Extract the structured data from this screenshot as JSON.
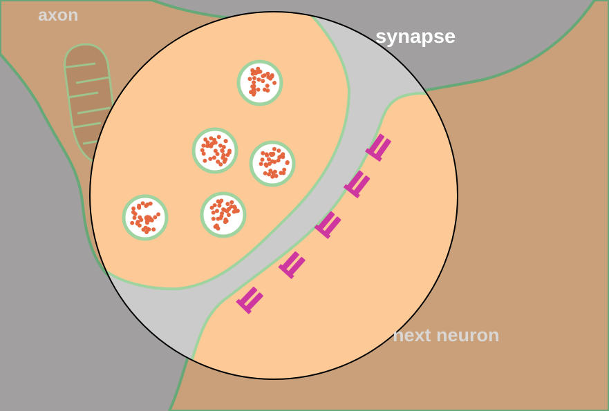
{
  "labels": {
    "axon": "axon",
    "synapse": "synapse",
    "next_neuron": "next neuron"
  },
  "colors": {
    "background": "#a19fa0",
    "neuron_tissue": "#c9a07a",
    "zoom_cleft": "#cbcbcb",
    "zoom_cytoplasm": "#fdca97",
    "membrane": "#66a878",
    "membrane_light": "#9fd3a0",
    "vesicle_interior": "#ffffff",
    "neurotransmitter": "#e5673f",
    "receptor": "#cf37a0",
    "axon_label": "#d9d6d3",
    "synapse_label": "#ffffff",
    "next_neuron_label": "#d9d6d3"
  },
  "counts": {
    "vesicles": 5,
    "receptors": 5
  }
}
